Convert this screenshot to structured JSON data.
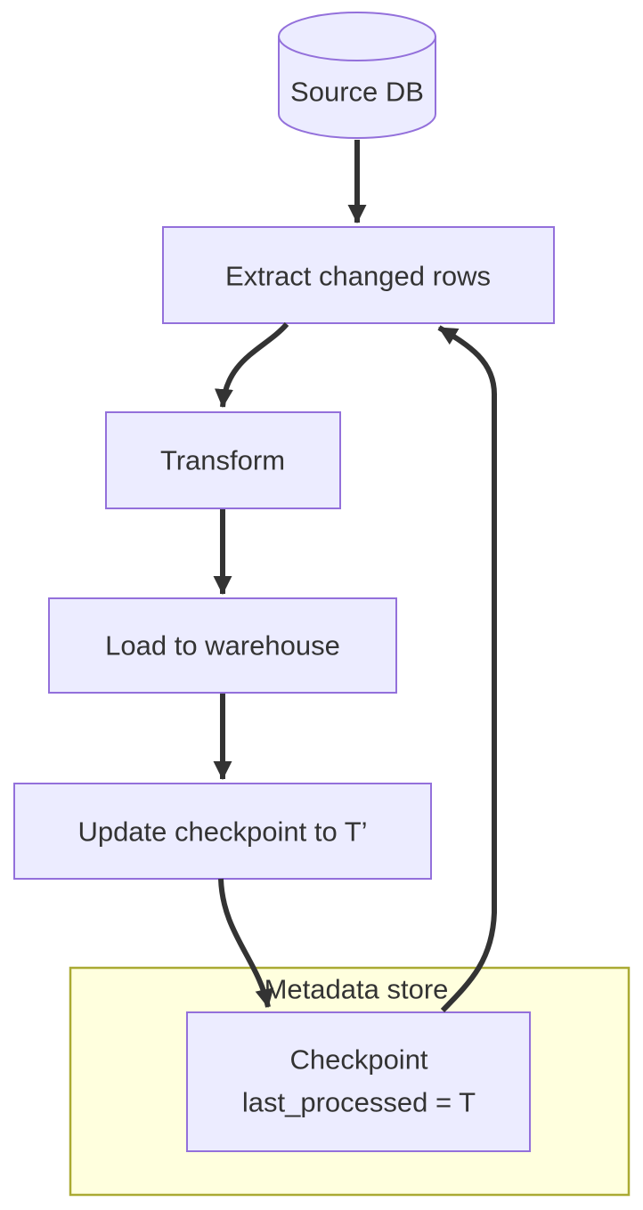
{
  "diagram": {
    "type": "flowchart",
    "direction": "top-down",
    "nodes": [
      {
        "id": "source_db",
        "shape": "cylinder",
        "label": "Source DB"
      },
      {
        "id": "extract",
        "shape": "rect",
        "label": "Extract changed rows"
      },
      {
        "id": "transform",
        "shape": "rect",
        "label": "Transform"
      },
      {
        "id": "load",
        "shape": "rect",
        "label": "Load to warehouse"
      },
      {
        "id": "update_checkpoint",
        "shape": "rect",
        "label": "Update checkpoint to T’"
      },
      {
        "id": "checkpoint",
        "shape": "rect",
        "label_lines": [
          "Checkpoint",
          "last_processed = T"
        ]
      }
    ],
    "clusters": [
      {
        "id": "metadata_store",
        "label": "Metadata store",
        "contains": [
          "checkpoint"
        ]
      }
    ],
    "edges": [
      {
        "from": "Source DB",
        "to": "Extract changed rows"
      },
      {
        "from": "Extract changed rows",
        "to": "Transform"
      },
      {
        "from": "Transform",
        "to": "Load to warehouse"
      },
      {
        "from": "Load to warehouse",
        "to": "Update checkpoint to T’"
      },
      {
        "from": "Update checkpoint to T’",
        "to": "Checkpoint"
      },
      {
        "from": "Checkpoint",
        "to": "Extract changed rows"
      }
    ],
    "colors": {
      "node_fill": "#ECECFF",
      "node_border": "#9370DB",
      "cluster_fill": "#FFFFDE",
      "cluster_border": "#AAAA33",
      "edge": "#333333",
      "text": "#333333",
      "background": "#FFFFFF"
    }
  }
}
